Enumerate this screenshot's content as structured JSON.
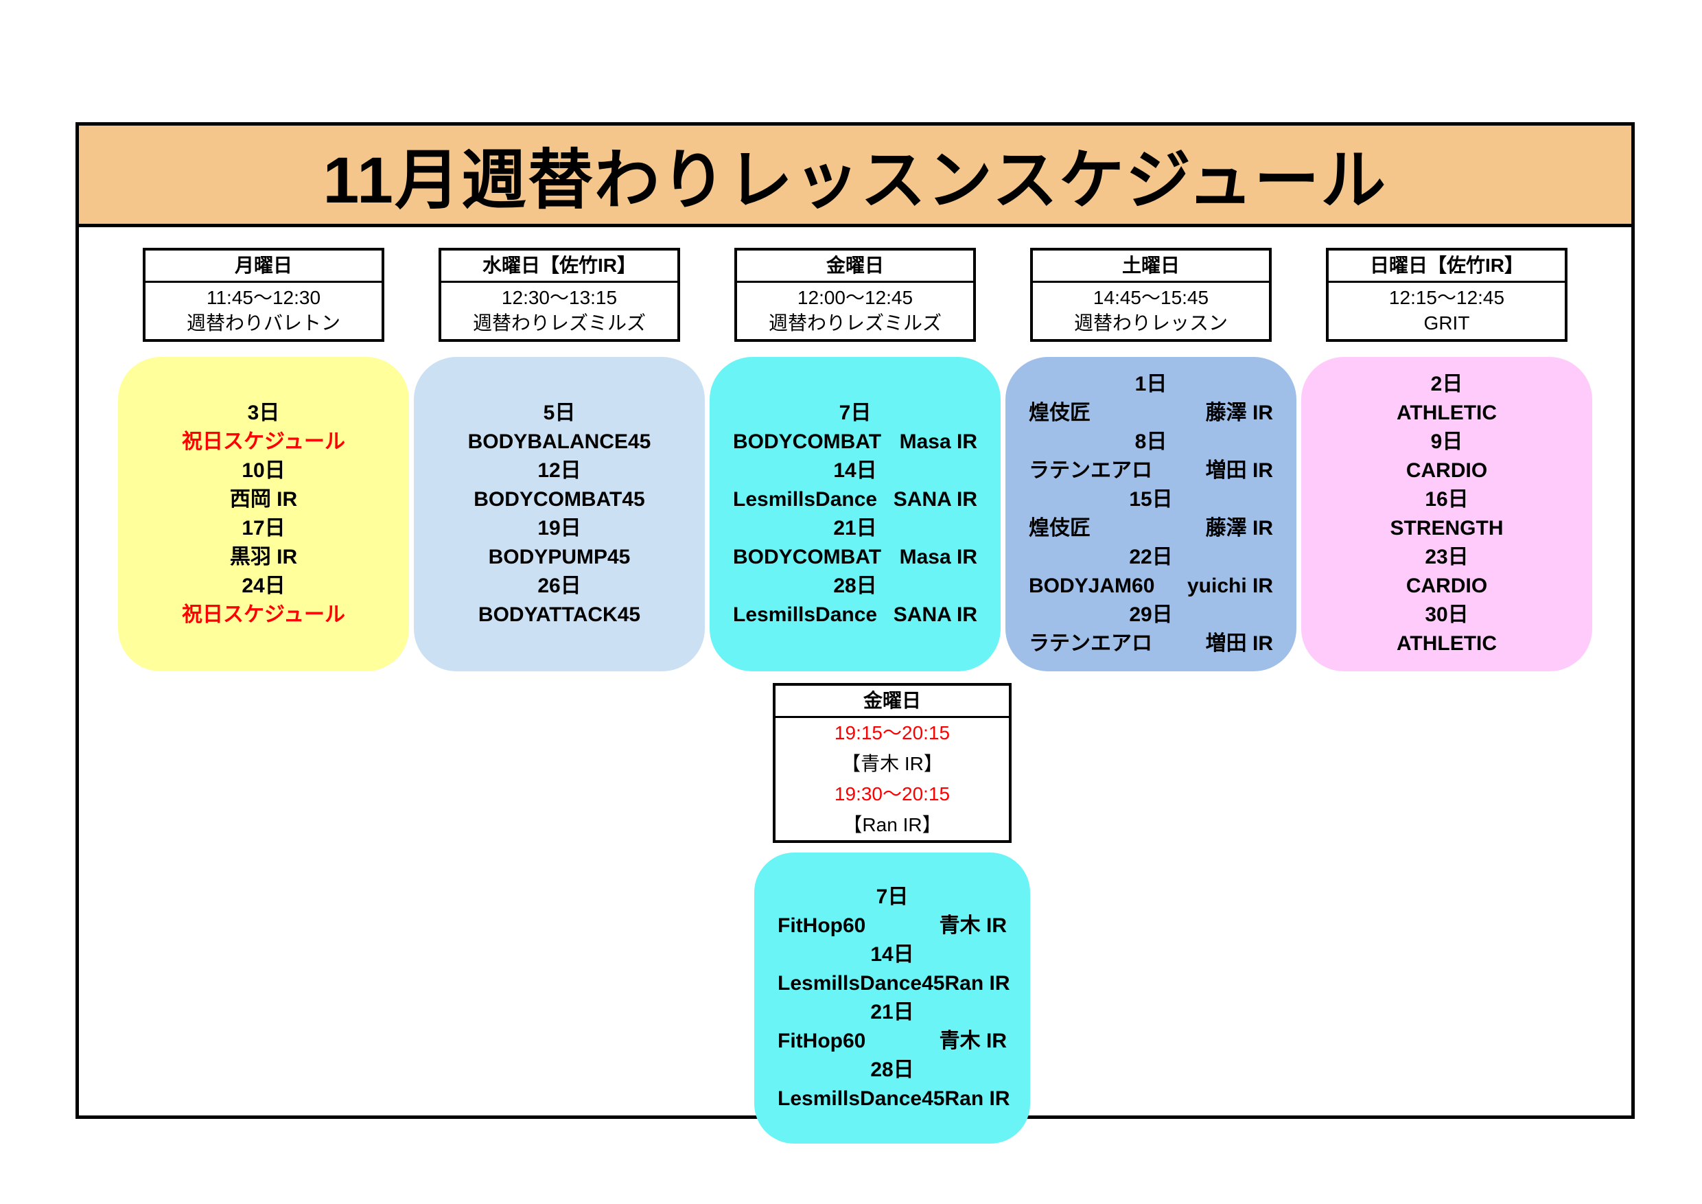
{
  "page": {
    "title": "11月週替わりレッスンスケジュール",
    "banner_color": "#F4C68C",
    "red": "#FF0000"
  },
  "columns": [
    {
      "header": {
        "day": "月曜日",
        "time": "11:45〜12:30",
        "lesson": "週替わりバレトン"
      },
      "color": "#FFFF9C",
      "entries": [
        {
          "type": "center",
          "text": "3日"
        },
        {
          "type": "center",
          "text": "祝日スケジュール",
          "color": "#FF0000"
        },
        {
          "type": "center",
          "text": "10日"
        },
        {
          "type": "center",
          "text": "西岡  IR"
        },
        {
          "type": "center",
          "text": "17日"
        },
        {
          "type": "center",
          "text": "黒羽  IR"
        },
        {
          "type": "center",
          "text": "24日"
        },
        {
          "type": "center",
          "text": "祝日スケジュール",
          "color": "#FF0000"
        }
      ]
    },
    {
      "header": {
        "day": "水曜日【佐竹IR】",
        "time": "12:30〜13:15",
        "lesson": "週替わりレズミルズ"
      },
      "color": "#CBE0F3",
      "entries": [
        {
          "type": "center",
          "text": "5日"
        },
        {
          "type": "center",
          "text": "BODYBALANCE45"
        },
        {
          "type": "center",
          "text": "12日"
        },
        {
          "type": "center",
          "text": "BODYCOMBAT45"
        },
        {
          "type": "center",
          "text": "19日"
        },
        {
          "type": "center",
          "text": "BODYPUMP45"
        },
        {
          "type": "center",
          "text": "26日"
        },
        {
          "type": "center",
          "text": "BODYATTACK45"
        }
      ]
    },
    {
      "header": {
        "day": "金曜日",
        "time": "12:00〜12:45",
        "lesson": "週替わりレズミルズ"
      },
      "color": "#6BF4F6",
      "entries": [
        {
          "type": "center",
          "text": "7日"
        },
        {
          "type": "pair",
          "left": "BODYCOMBAT",
          "right": "Masa IR"
        },
        {
          "type": "center",
          "text": "14日"
        },
        {
          "type": "pair",
          "left": "LesmillsDance",
          "right": "SANA IR"
        },
        {
          "type": "center",
          "text": "21日"
        },
        {
          "type": "pair",
          "left": "BODYCOMBAT",
          "right": "Masa IR"
        },
        {
          "type": "center",
          "text": "28日"
        },
        {
          "type": "pair",
          "left": "LesmillsDance",
          "right": "SANA IR"
        }
      ]
    },
    {
      "header": {
        "day": "土曜日",
        "time": "14:45〜15:45",
        "lesson": "週替わりレッスン"
      },
      "color": "#9FBFE8",
      "entries": [
        {
          "type": "center",
          "text": "1日"
        },
        {
          "type": "pair",
          "left": "煌伎匠",
          "right": "藤澤  IR"
        },
        {
          "type": "center",
          "text": "8日"
        },
        {
          "type": "pair",
          "left": "ラテンエアロ",
          "right": "増田  IR"
        },
        {
          "type": "center",
          "text": "15日"
        },
        {
          "type": "pair",
          "left": "煌伎匠",
          "right": "藤澤  IR"
        },
        {
          "type": "center",
          "text": "22日"
        },
        {
          "type": "pair",
          "left": "BODYJAM60",
          "right": "yuichi  IR"
        },
        {
          "type": "center",
          "text": "29日"
        },
        {
          "type": "pair",
          "left": "ラテンエアロ",
          "right": "増田  IR"
        }
      ]
    },
    {
      "header": {
        "day": "日曜日【佐竹IR】",
        "time": "12:15〜12:45",
        "lesson": "GRIT"
      },
      "color": "#FECBFB",
      "entries": [
        {
          "type": "center",
          "text": "2日"
        },
        {
          "type": "center",
          "text": "ATHLETIC"
        },
        {
          "type": "center",
          "text": "9日"
        },
        {
          "type": "center",
          "text": "CARDIO"
        },
        {
          "type": "center",
          "text": "16日"
        },
        {
          "type": "center",
          "text": "STRENGTH"
        },
        {
          "type": "center",
          "text": "23日"
        },
        {
          "type": "center",
          "text": "CARDIO"
        },
        {
          "type": "center",
          "text": "30日"
        },
        {
          "type": "center",
          "text": "ATHLETIC"
        }
      ]
    }
  ],
  "evening": {
    "header": {
      "day": "金曜日",
      "lines": [
        {
          "text": "19:15〜20:15",
          "color": "#FF0000"
        },
        {
          "text": "【青木 IR】"
        },
        {
          "text": "19:30〜20:15",
          "color": "#FF0000"
        },
        {
          "text": "【Ran IR】"
        }
      ]
    },
    "color": "#6BF4F6",
    "entries": [
      {
        "type": "center",
        "text": "7日"
      },
      {
        "type": "pair",
        "left": "FitHop60",
        "right": "青木  IR"
      },
      {
        "type": "center",
        "text": "14日"
      },
      {
        "type": "pair",
        "left": "LesmillsDance45",
        "right": "Ran  IR"
      },
      {
        "type": "center",
        "text": "21日"
      },
      {
        "type": "pair",
        "left": "FitHop60",
        "right": "青木  IR"
      },
      {
        "type": "center",
        "text": "28日"
      },
      {
        "type": "pair",
        "left": "LesmillsDance45",
        "right": "Ran  IR"
      }
    ]
  }
}
